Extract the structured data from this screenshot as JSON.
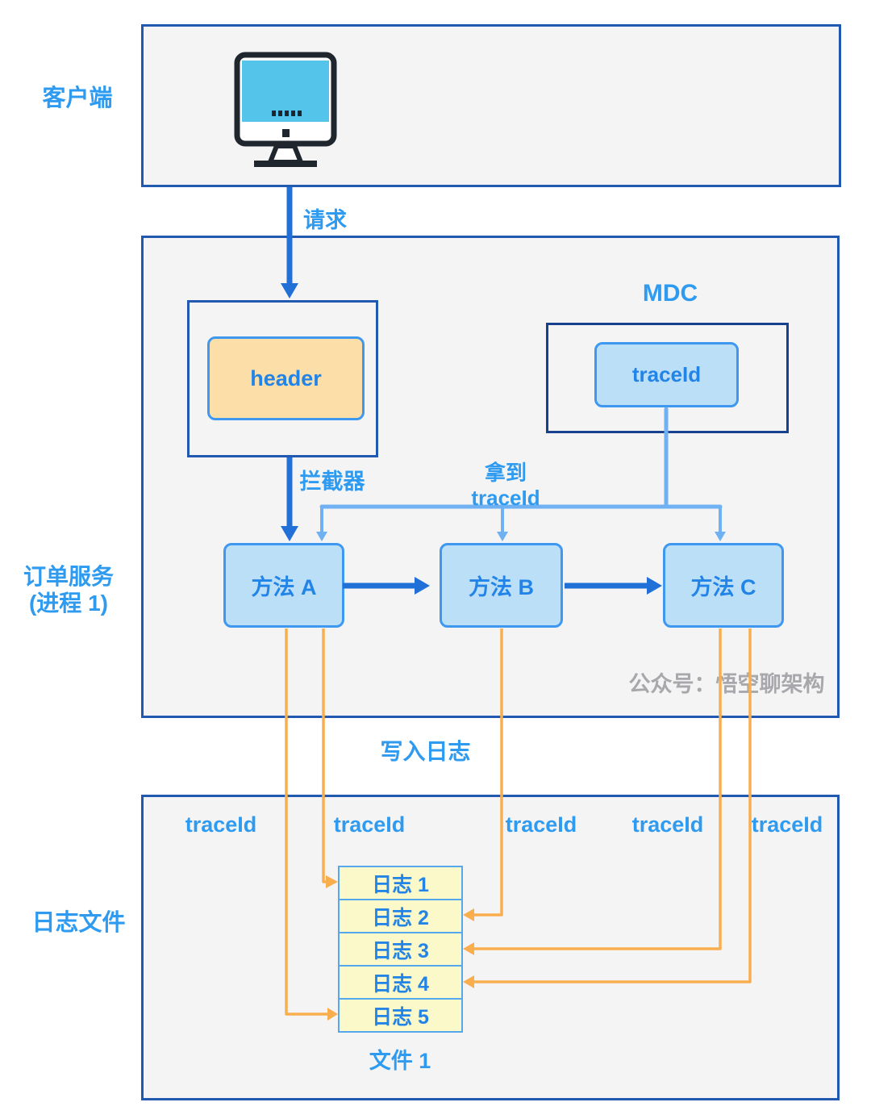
{
  "colors": {
    "label_blue": "#2E9BF0",
    "box_text_blue": "#2384E8",
    "dark_arrow": "#2070D8",
    "light_arrow": "#6FB1F2",
    "orange": "#F9AE4E",
    "outer_border": "#2158B0",
    "mdc_border": "#17418F",
    "node_border": "#3E98F0",
    "node_fill": "#BCDFF8",
    "header_fill": "#FCDFA8",
    "log_row_fill": "#FBF8CA",
    "log_row_border": "#55A8EE",
    "panel_fill": "#F4F4F5",
    "watermark_gray": "#A8A8AC",
    "screen_cyan": "#55C4EA",
    "icon_dark": "#1F262E"
  },
  "labels": {
    "client": "客户端",
    "request": "请求",
    "interceptor": "拦截器",
    "get_traceid": [
      "拿到",
      "traceId"
    ],
    "order_service": [
      "订单服务",
      "(进程 1)"
    ],
    "mdc": "MDC",
    "write_log": "写入日志",
    "log_file": "日志文件",
    "file": "文件 1",
    "watermark": "公众号：悟空聊架构"
  },
  "nodes": {
    "header": "header",
    "traceid": "traceId",
    "methods": [
      "方法 A",
      "方法 B",
      "方法 C"
    ]
  },
  "bottom_traceids": [
    "traceId",
    "traceId",
    "traceId",
    "traceId",
    "traceId"
  ],
  "log_rows": [
    "日志 1",
    "日志 2",
    "日志 3",
    "日志 4",
    "日志 5"
  ]
}
